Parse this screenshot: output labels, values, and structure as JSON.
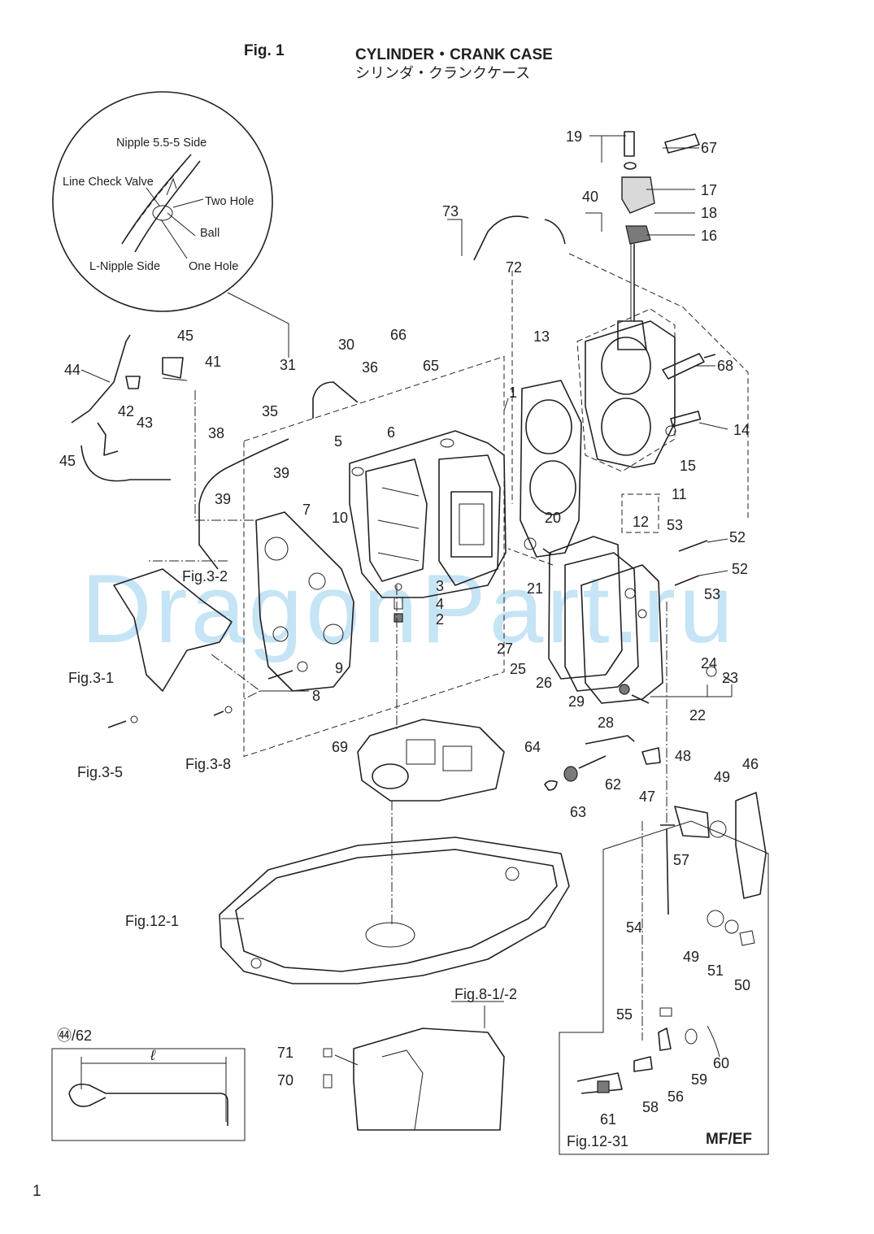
{
  "header": {
    "fig_label": "Fig. 1",
    "title_en": "CYLINDER・CRANK CASE",
    "title_jp": "シリンダ・クランクケース"
  },
  "detail_circle": {
    "top": "Nipple 5.5-5 Side",
    "line_check_valve": "Line Check Valve",
    "two_hole": "Two Hole",
    "ball": "Ball",
    "bottom_left": "L-Nipple Side",
    "one_hole": "One Hole"
  },
  "callouts": [
    "1",
    "2",
    "3",
    "4",
    "5",
    "6",
    "7",
    "8",
    "9",
    "10",
    "11",
    "12",
    "13",
    "14",
    "15",
    "16",
    "17",
    "18",
    "19",
    "20",
    "21",
    "22",
    "23",
    "24",
    "25",
    "26",
    "27",
    "28",
    "29",
    "30",
    "31",
    "35",
    "36",
    "38",
    "39",
    "39",
    "40",
    "41",
    "42",
    "43",
    "44",
    "45",
    "45",
    "46",
    "47",
    "48",
    "49",
    "49",
    "50",
    "51",
    "52",
    "52",
    "53",
    "53",
    "54",
    "55",
    "56",
    "57",
    "58",
    "59",
    "60",
    "61",
    "62",
    "63",
    "64",
    "65",
    "66",
    "67",
    "68",
    "69",
    "70",
    "71",
    "72",
    "73"
  ],
  "fig_refs": {
    "fig_3_2": "Fig.3-2",
    "fig_3_1": "Fig.3-1",
    "fig_3_5": "Fig.3-5",
    "fig_3_8": "Fig.3-8",
    "fig_12_1": "Fig.12-1",
    "fig_8_1_2": "Fig.8-1/-2",
    "fig_12_31": "Fig.12-31"
  },
  "inset": {
    "label": "㊹/62",
    "dim_symbol": "ℓ",
    "variant": "MF/EF"
  },
  "watermark": "DragonPart.ru",
  "page_number": "1"
}
